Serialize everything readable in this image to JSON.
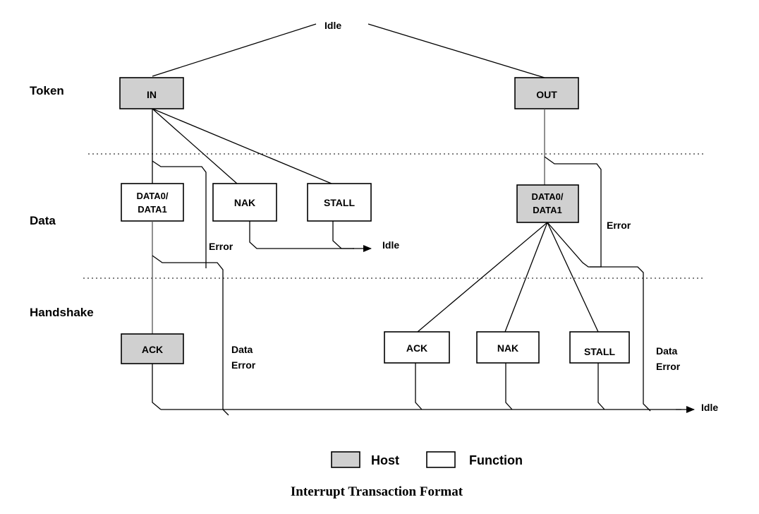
{
  "stages": {
    "token": "Token",
    "data": "Data",
    "handshake": "Handshake"
  },
  "nodes": {
    "idle_top": "Idle",
    "in": "IN",
    "out": "OUT",
    "data01_left_line1": "DATA0/",
    "data01_left_line2": "DATA1",
    "nak_left": "NAK",
    "stall_left": "STALL",
    "idle_mid": "Idle",
    "data01_right_line1": "DATA0/",
    "data01_right_line2": "DATA1",
    "ack_left": "ACK",
    "ack_right": "ACK",
    "nak_right": "NAK",
    "stall_right": "STALL",
    "idle_bottom": "Idle"
  },
  "edge_labels": {
    "error_left": "Error",
    "error_right": "Error",
    "data_error_left_line1": "Data",
    "data_error_left_line2": "Error",
    "data_error_right_line1": "Data",
    "data_error_right_line2": "Error"
  },
  "legend": {
    "host": "Host",
    "function": "Function"
  },
  "caption": "Interrupt Transaction Format",
  "colors": {
    "host_fill": "#d0d0d0",
    "function_fill": "#ffffff",
    "line": "#000000"
  }
}
